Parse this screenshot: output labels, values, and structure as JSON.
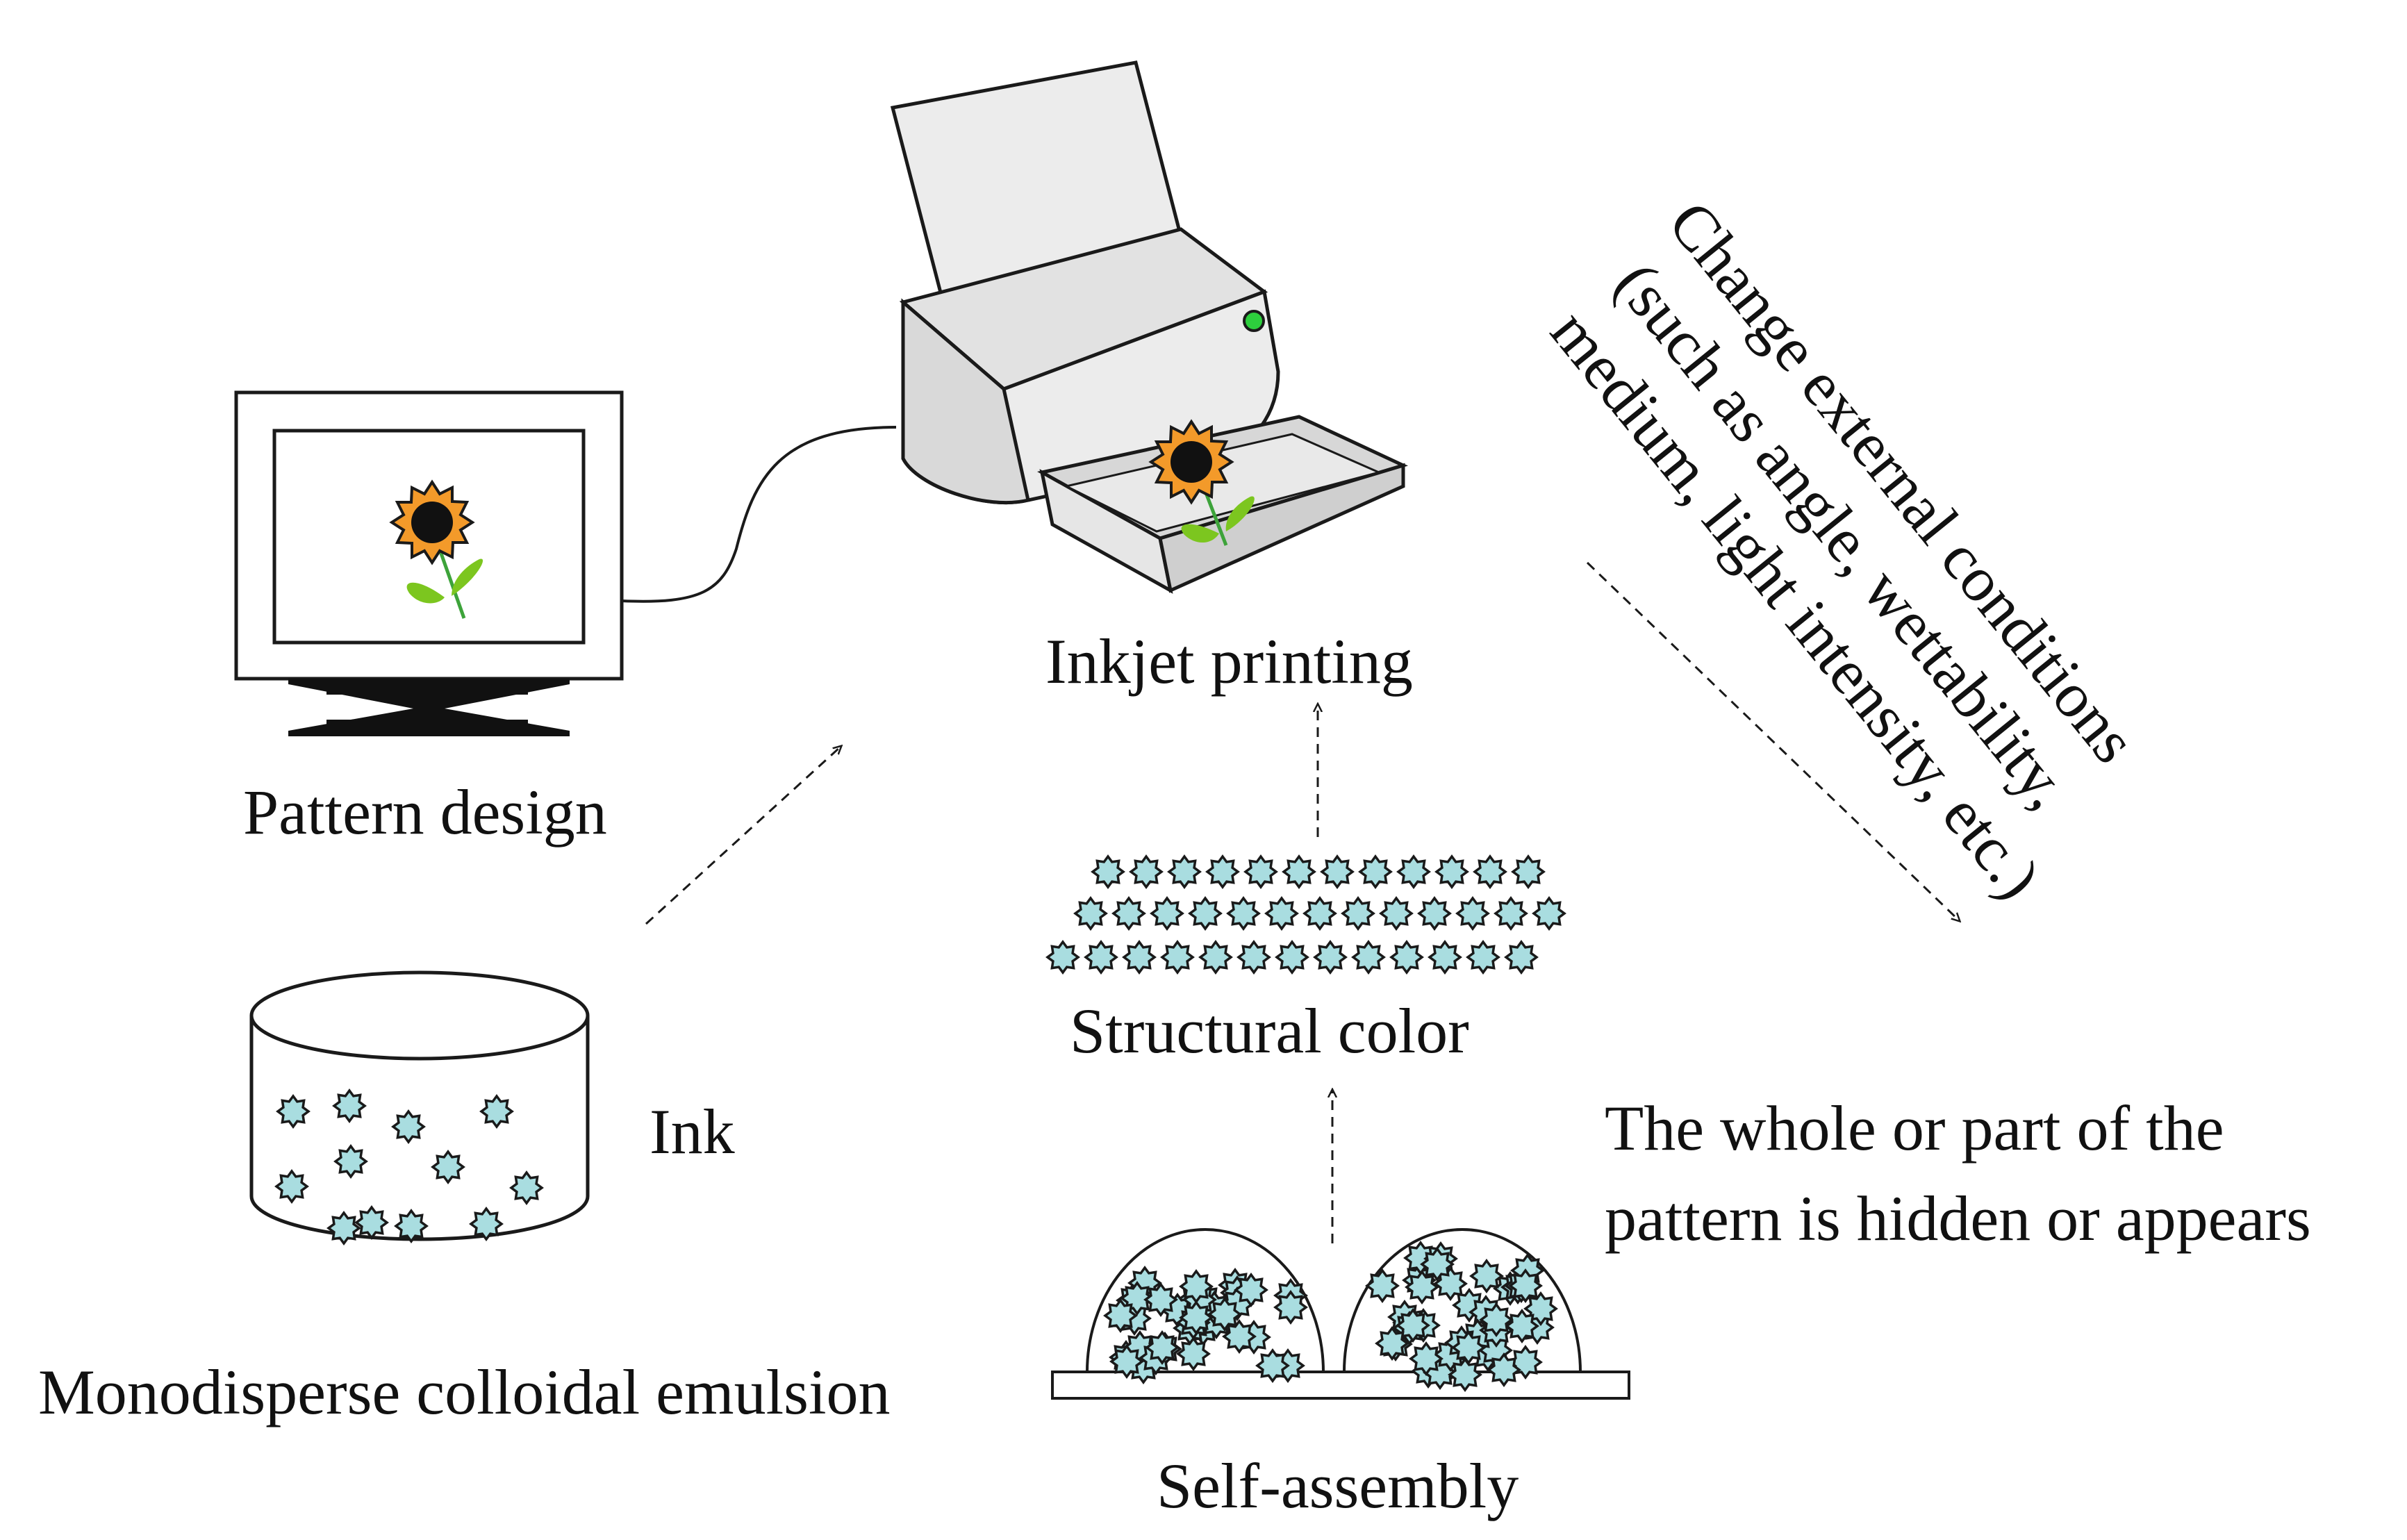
{
  "labels": {
    "pattern_design": "Pattern design",
    "inkjet_printing": "Inkjet printing",
    "ink": "Ink",
    "monodisperse": "Monodisperse colloidal emulsion",
    "structural_color": "Structural color",
    "self_assembly": "Self-assembly",
    "result_line1": "The whole or part of the",
    "result_line2": "pattern is hidden or appears",
    "condition_line1": "Change external conditions",
    "condition_line2": "(such as angle, wettability,",
    "condition_line3": "medium, light intensity, etc.)"
  },
  "colors": {
    "particle": "#a9dde0",
    "flower_petal": "#f39a2a",
    "flower_center": "#111111",
    "leaf": "#7cc61f",
    "stem": "#3da33a",
    "printer_body": "#ececec",
    "led": "#2dcf3d"
  }
}
